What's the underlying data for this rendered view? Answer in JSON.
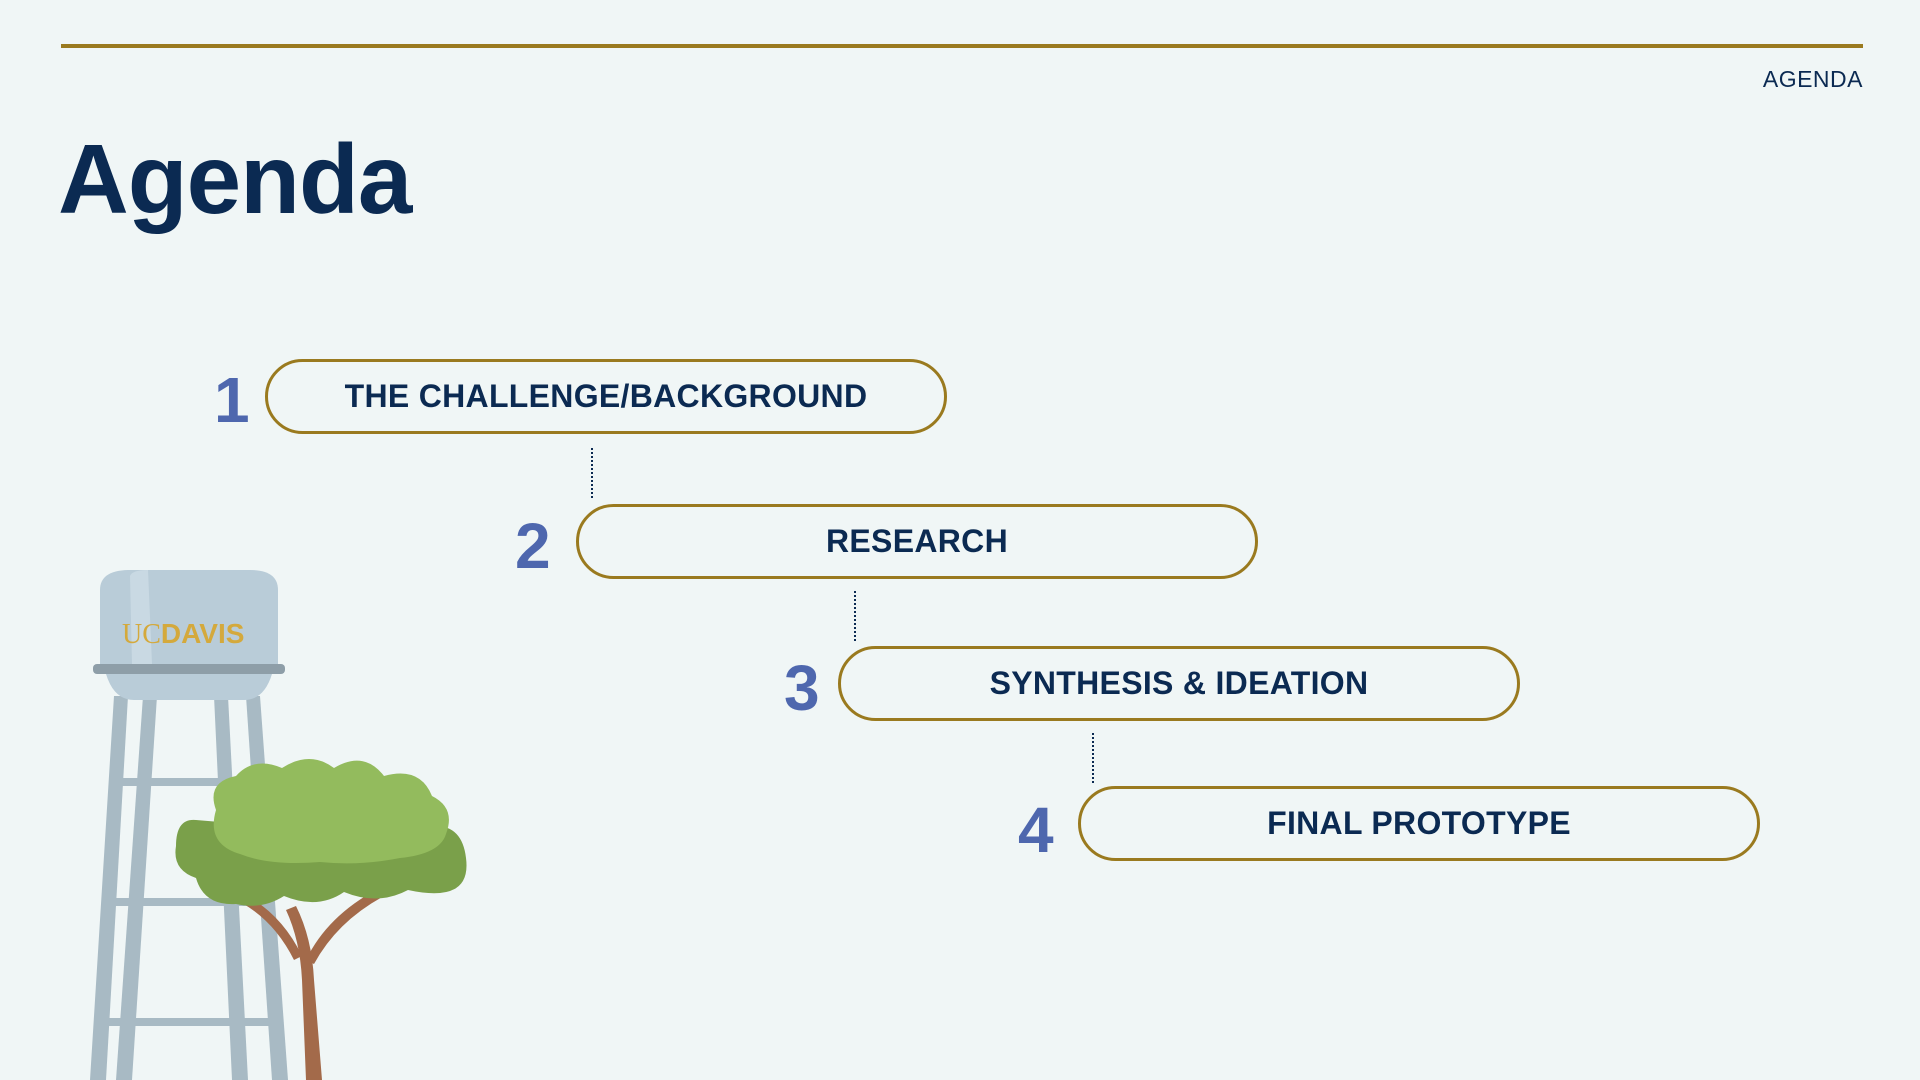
{
  "header": {
    "section_label": "AGENDA"
  },
  "title": "Agenda",
  "agenda": {
    "items": [
      {
        "number": "1",
        "label": "THE CHALLENGE/BACKGROUND"
      },
      {
        "number": "2",
        "label": "RESEARCH"
      },
      {
        "number": "3",
        "label": "SYNTHESIS & IDEATION"
      },
      {
        "number": "4",
        "label": "FINAL PROTOTYPE"
      }
    ]
  },
  "illustration": {
    "tower_logo_uc": "UC",
    "tower_logo_davis": "DAVIS",
    "colors": {
      "tower": "#a8bac4",
      "tank": "#b9ccd8",
      "logo": "#d4a93c",
      "foliage_light": "#93bb5d",
      "foliage_dark": "#7aa04a",
      "trunk": "#a36a4a"
    }
  },
  "colors": {
    "background": "#f0f6f6",
    "navy": "#0b2a52",
    "gold": "#9a7a1f",
    "number_blue": "#4e67ae"
  }
}
